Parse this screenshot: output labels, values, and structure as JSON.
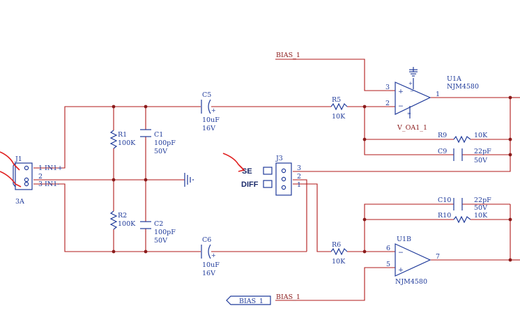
{
  "schematic": {
    "connector_j1": {
      "ref": "J1",
      "value": "3A",
      "pins": [
        "1",
        "2",
        "3"
      ],
      "nets": [
        "IN1+",
        "IN1-"
      ]
    },
    "connector_j3": {
      "ref": "J3",
      "pins": [
        "3",
        "2",
        "1"
      ],
      "select_labels": [
        "SE",
        "DIFF"
      ]
    },
    "resistors": [
      {
        "ref": "R1",
        "value": "100K"
      },
      {
        "ref": "R2",
        "value": "100K"
      },
      {
        "ref": "R5",
        "value": "10K"
      },
      {
        "ref": "R6",
        "value": "10K"
      },
      {
        "ref": "R9",
        "value": "10K"
      },
      {
        "ref": "R10",
        "value": "10K"
      }
    ],
    "capacitors": [
      {
        "ref": "C1",
        "value": "100pF",
        "voltage": "50V"
      },
      {
        "ref": "C2",
        "value": "100pF",
        "voltage": "50V"
      },
      {
        "ref": "C5",
        "value": "10uF",
        "voltage": "16V"
      },
      {
        "ref": "C6",
        "value": "10uF",
        "voltage": "16V"
      },
      {
        "ref": "C9",
        "value": "22pF",
        "voltage": "50V"
      },
      {
        "ref": "C10",
        "value": "22pF",
        "voltage": "50V"
      }
    ],
    "opamp_u1a": {
      "ref": "U1A",
      "part": "NJM4580",
      "pins": [
        "3",
        "2",
        "1"
      ],
      "power_label": "V_OA1_1"
    },
    "opamp_u1b": {
      "ref": "U1B",
      "part": "NJM4580",
      "pins": [
        "6",
        "5",
        "7"
      ]
    },
    "nets": {
      "bias_top": "BIAS_1",
      "bias_bottom": "BIAS_1",
      "bias_port": "BIAS_1"
    },
    "colors": {
      "wire": "#b11a1a",
      "component": "#1f3a9a",
      "annotation": "#e02020",
      "junction": "#8a1b1b"
    }
  }
}
